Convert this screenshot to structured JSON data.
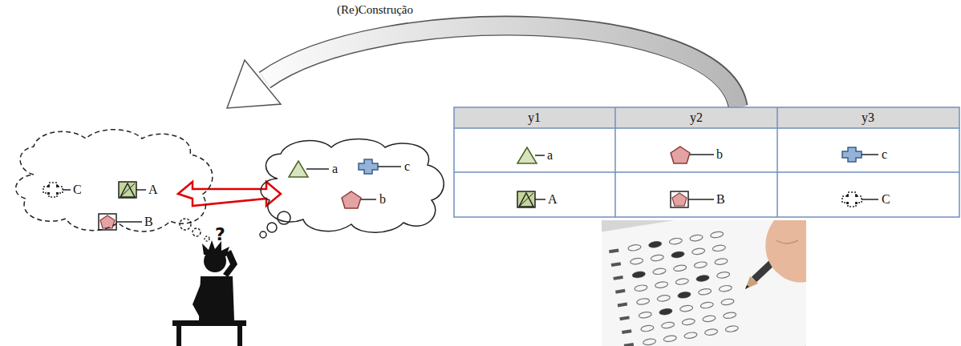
{
  "diagram": {
    "nodes": [
      {
        "text": [
          "C",
          "A",
          "B"
        ]
      },
      {
        "text": [
          "a",
          "c",
          "b"
        ]
      }
    ],
    "edges": [
      {
        "from": 0,
        "to": 1,
        "arrow": "both"
      }
    ],
    "labels": [
      "(Re)Construção",
      "?",
      "y1",
      "y2",
      "y3",
      "a",
      "b",
      "c",
      "A",
      "B",
      "C"
    ]
  }
}
